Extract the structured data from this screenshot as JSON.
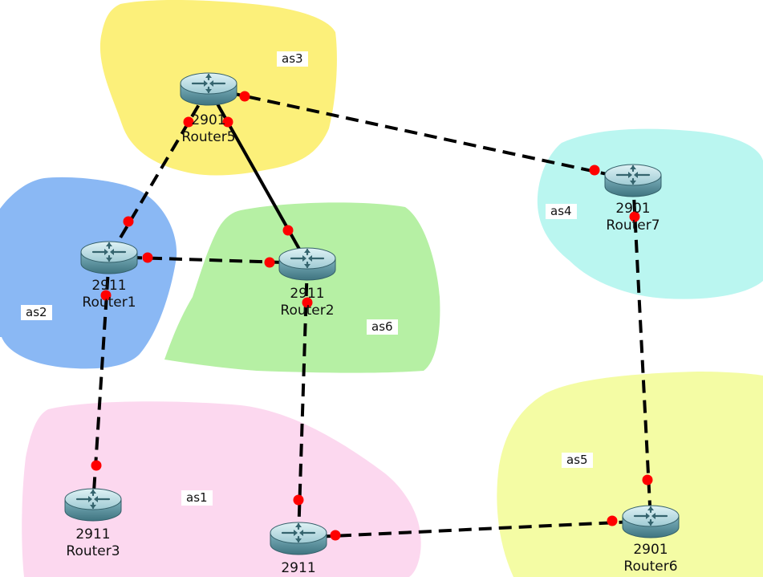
{
  "areas": [
    {
      "id": "as3",
      "label": "as3",
      "color": "#fcf07a"
    },
    {
      "id": "as2",
      "label": "as2",
      "color": "#8ab8f4"
    },
    {
      "id": "as6",
      "label": "as6",
      "color": "#b6f0a4"
    },
    {
      "id": "as4",
      "label": "as4",
      "color": "#baf6f0"
    },
    {
      "id": "as1",
      "label": "as1",
      "color": "#fcd8ef"
    },
    {
      "id": "as5",
      "label": "as5",
      "color": "#f4fca4"
    }
  ],
  "devices": [
    {
      "id": "router5",
      "model": "2901",
      "name": "Router5"
    },
    {
      "id": "router1",
      "model": "2911",
      "name": "Router1"
    },
    {
      "id": "router2",
      "model": "2911",
      "name": "Router2"
    },
    {
      "id": "router7",
      "model": "2901",
      "name": "Router7"
    },
    {
      "id": "router3",
      "model": "2911",
      "name": "Router3"
    },
    {
      "id": "router4",
      "model": "2911",
      "name": ""
    },
    {
      "id": "router6",
      "model": "2901",
      "name": "Router6"
    }
  ],
  "links": [
    {
      "from": "router5",
      "to": "router7",
      "style": "dashed"
    },
    {
      "from": "router5",
      "to": "router1",
      "style": "dashed"
    },
    {
      "from": "router5",
      "to": "router2",
      "style": "solid"
    },
    {
      "from": "router1",
      "to": "router2",
      "style": "dashed"
    },
    {
      "from": "router1",
      "to": "router3",
      "style": "dashed"
    },
    {
      "from": "router2",
      "to": "router4",
      "style": "dashed"
    },
    {
      "from": "router4",
      "to": "router6",
      "style": "dashed"
    },
    {
      "from": "router7",
      "to": "router6",
      "style": "dashed"
    }
  ],
  "colors": {
    "link": "#000000",
    "port": "#ff0000",
    "router_body": "#6aa3b0",
    "router_top": "#b4dbe2"
  }
}
